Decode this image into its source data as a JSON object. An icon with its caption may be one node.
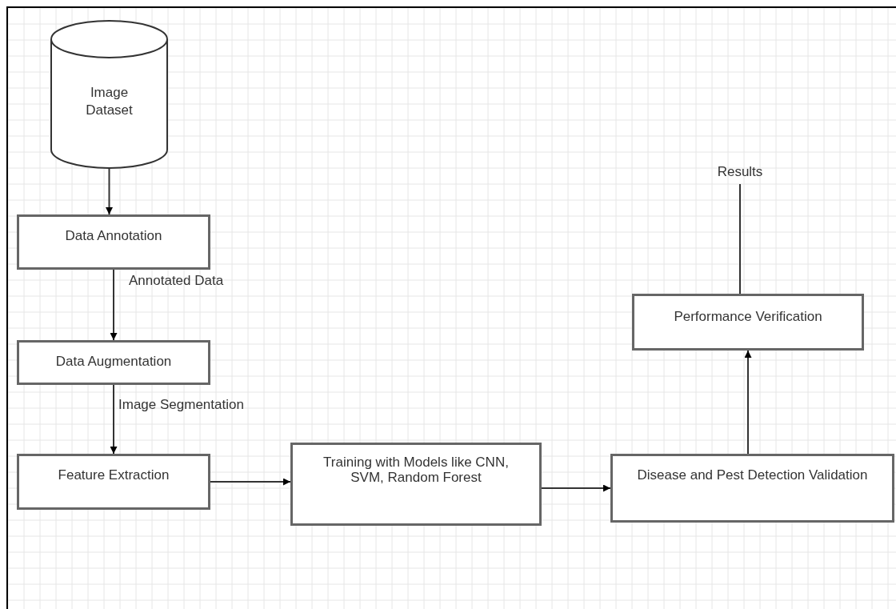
{
  "diagram": {
    "nodes": [
      {
        "text": [
          "Image Dataset"
        ]
      },
      {
        "text": [
          "Data Annotation"
        ]
      },
      {
        "text": [
          "Data Augmentation"
        ]
      },
      {
        "text": [
          "Feature Extraction"
        ]
      },
      {
        "text": [
          "Training with Models like CNN, SVM, Random Forest"
        ]
      },
      {
        "text": [
          "Disease and Pest Detection Validation"
        ]
      },
      {
        "text": [
          "Performance Verification"
        ]
      },
      {
        "text": [
          "Results"
        ]
      }
    ],
    "edges": [
      {
        "from": 0,
        "to": 1,
        "arrow": "to"
      },
      {
        "from": 1,
        "to": 2,
        "arrow": "to",
        "label": "Annotated Data"
      },
      {
        "from": 2,
        "to": 3,
        "arrow": "to",
        "label": "Image Segmentation"
      },
      {
        "from": 3,
        "to": 4,
        "arrow": "to"
      },
      {
        "from": 4,
        "to": 5,
        "arrow": "to"
      },
      {
        "from": 5,
        "to": 6,
        "arrow": "to"
      },
      {
        "from": 6,
        "to": 7,
        "arrow": "none"
      }
    ]
  }
}
